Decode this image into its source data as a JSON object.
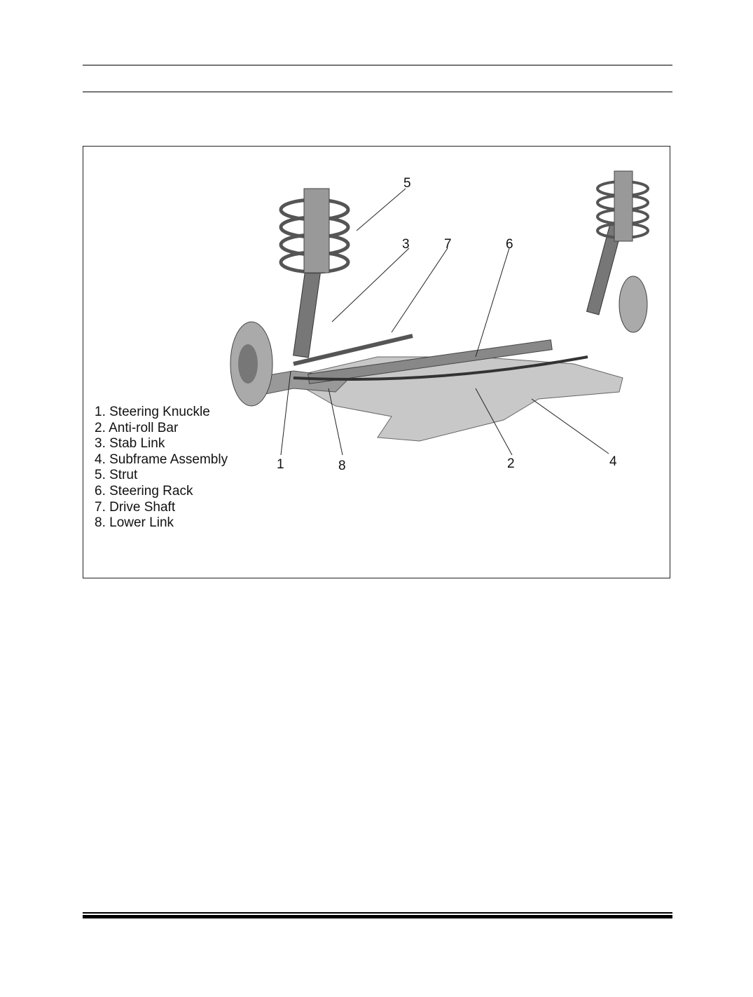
{
  "figure": {
    "legend": [
      "1. Steering Knuckle",
      "2. Anti-roll Bar",
      "3. Stab Link",
      "4. Subframe Assembly",
      "5. Strut",
      "6. Steering Rack",
      "7. Drive Shaft",
      "8. Lower Link"
    ],
    "callouts": [
      "5",
      "3",
      "7",
      "6",
      "1",
      "8",
      "2",
      "4"
    ]
  }
}
